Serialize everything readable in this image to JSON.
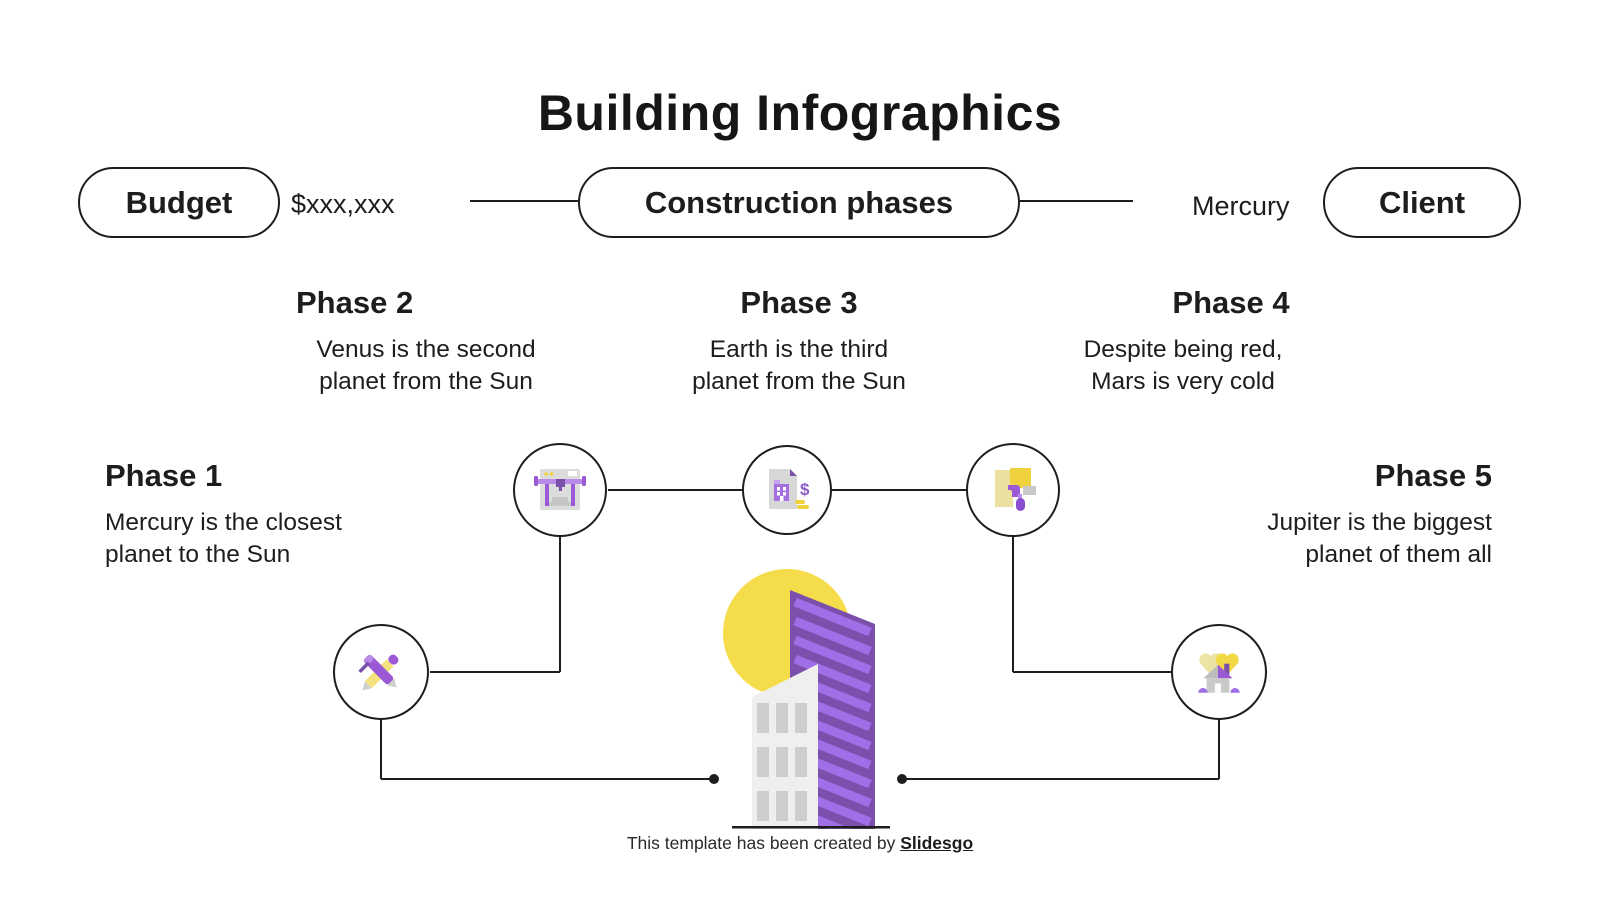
{
  "slide": {
    "title": "Building Infographics",
    "header": {
      "budget_label": "Budget",
      "budget_value": "$xxx,xxx",
      "phases_label": "Construction phases",
      "client_value": "Mercury",
      "client_label": "Client"
    },
    "phases": [
      {
        "title": "Phase 1",
        "line1": "Mercury is the closest",
        "line2": "planet to the Sun"
      },
      {
        "title": "Phase 2",
        "line1": "Venus is the second",
        "line2": "planet from the Sun"
      },
      {
        "title": "Phase 3",
        "line1": "Earth is the third",
        "line2": "planet from the Sun"
      },
      {
        "title": "Phase 4",
        "line1": "Despite being red,",
        "line2": "Mars is very cold"
      },
      {
        "title": "Phase 5",
        "line1": "Jupiter is the biggest",
        "line2": "planet of them all"
      }
    ],
    "node_icons": [
      "pencil-ruler-icon",
      "printer-machine-icon",
      "cost-document-icon",
      "paint-roller-icon",
      "house-heart-icon"
    ],
    "footer": {
      "text": "This template has been created by ",
      "brand": "Slidesgo"
    },
    "colors": {
      "ink": "#1d1d1b",
      "yellow": "#f5dc4b",
      "yellow_coin": "#f0d23f",
      "yellow_pale": "#ece5a7",
      "purple_dark": "#7b50ad",
      "purple_mid": "#9b59d6",
      "purple_light": "#a06ee6",
      "gray_light": "#efefef",
      "gray_mid": "#cdcdcd"
    }
  }
}
